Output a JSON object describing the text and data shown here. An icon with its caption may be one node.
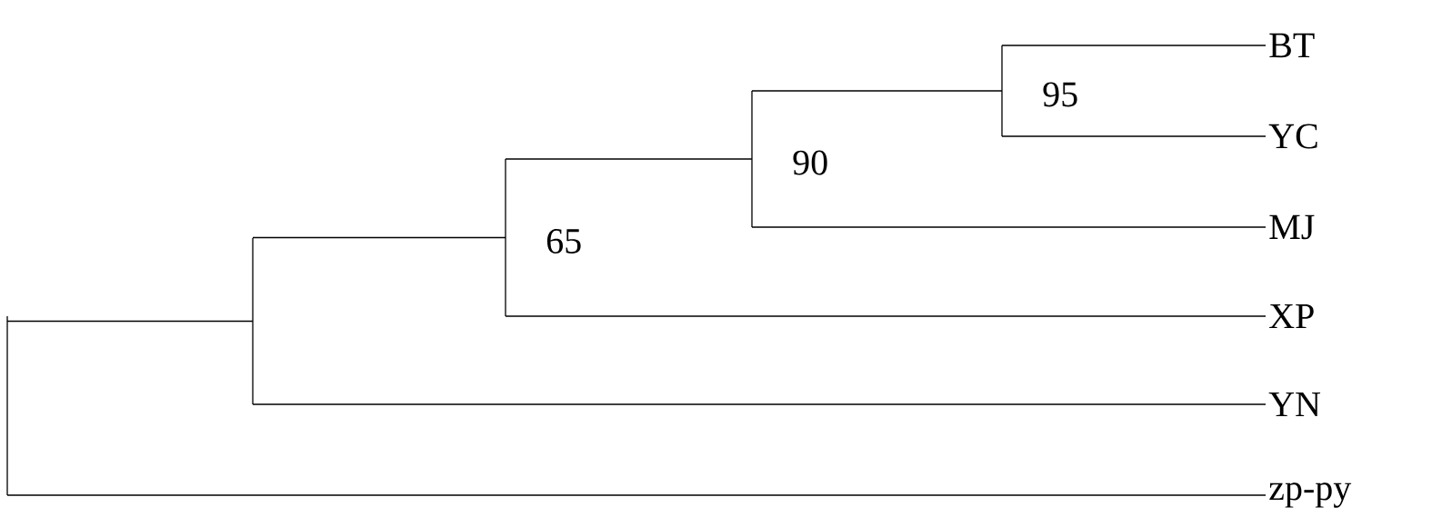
{
  "diagram": {
    "nodes": [
      {
        "text": [],
        "shape": "bar"
      },
      {
        "text": [],
        "shape": "bar"
      },
      {
        "text": [],
        "shape": "bar",
        "beside": [
          "65"
        ]
      },
      {
        "text": [],
        "shape": "bar",
        "beside": [
          "90"
        ]
      },
      {
        "text": [],
        "shape": "bar",
        "beside": [
          "95"
        ]
      },
      {
        "text": [
          "BT"
        ]
      },
      {
        "text": [
          "YC"
        ]
      },
      {
        "text": [
          "MJ"
        ]
      },
      {
        "text": [
          "XP"
        ]
      },
      {
        "text": [
          "YN"
        ]
      },
      {
        "text": [
          "zp-py"
        ]
      }
    ],
    "edges": [
      {
        "from": 0,
        "to": 1,
        "arrow": "none"
      },
      {
        "from": 0,
        "to": 10,
        "arrow": "none"
      },
      {
        "from": 1,
        "to": 2,
        "arrow": "none"
      },
      {
        "from": 1,
        "to": 9,
        "arrow": "none"
      },
      {
        "from": 2,
        "to": 3,
        "arrow": "none"
      },
      {
        "from": 2,
        "to": 8,
        "arrow": "none"
      },
      {
        "from": 3,
        "to": 4,
        "arrow": "none"
      },
      {
        "from": 3,
        "to": 7,
        "arrow": "none"
      },
      {
        "from": 4,
        "to": 5,
        "arrow": "none"
      },
      {
        "from": 4,
        "to": 6,
        "arrow": "none"
      }
    ]
  }
}
